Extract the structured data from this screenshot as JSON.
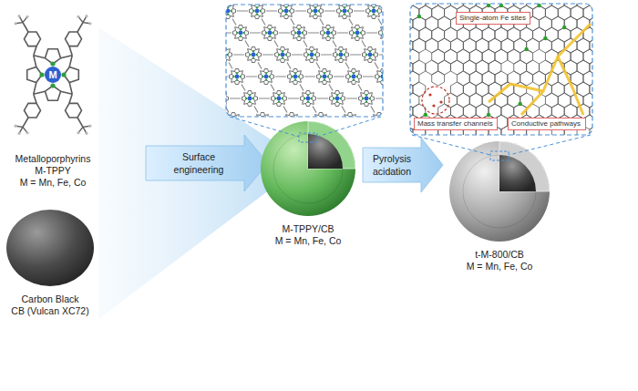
{
  "diagram": {
    "nodes": [
      {
        "text": [
          "M"
        ]
      },
      {
        "text": [
          "Single-atom Fe sites"
        ]
      },
      {
        "text": [
          "Mass transfer channels"
        ]
      },
      {
        "text": [
          "Conductive pathways"
        ]
      }
    ],
    "labels": [
      "Metalloporphyrins",
      "M-TPPY",
      "M = Mn, Fe, Co",
      "Carbon Black",
      "CB (Vulcan XC72)",
      "Surface",
      "engineering",
      "M-TPPY/CB",
      "M = Mn, Fe, Co",
      "Pyrolysis",
      "acidation",
      "t-M-800/CB",
      "M = Mn, Fe, Co"
    ]
  }
}
